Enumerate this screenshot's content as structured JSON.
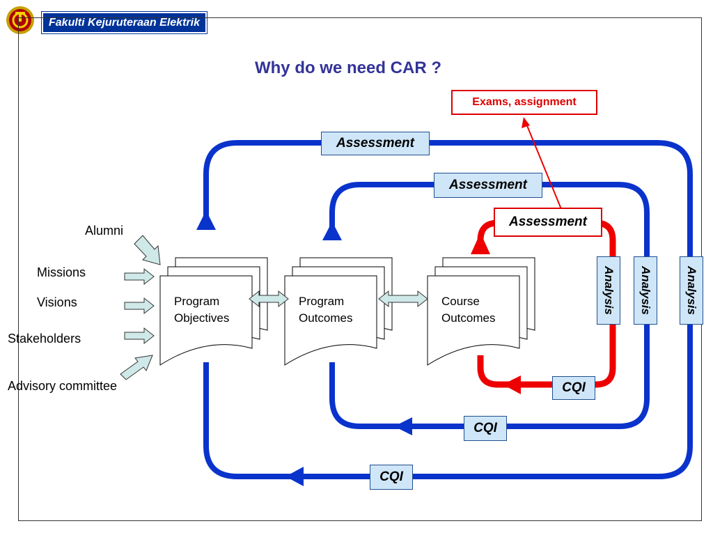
{
  "header": {
    "label": "Fakulti Kejuruteraan Elektrik"
  },
  "title": "Why do we need CAR ?",
  "inputs": [
    "Alumni",
    "Missions",
    "Visions",
    "Stakeholders",
    "Advisory committee"
  ],
  "documents": {
    "program_objectives": "Program\nObjectives",
    "program_outcomes": "Program\nOutcomes",
    "course_outcomes": "Course\nOutcomes"
  },
  "loops": {
    "outer": {
      "assessment": "Assessment",
      "analysis": "Analysis",
      "cqi": "CQI"
    },
    "middle": {
      "assessment": "Assessment",
      "analysis": "Analysis",
      "cqi": "CQI"
    },
    "inner": {
      "assessment": "Assessment",
      "analysis": "Analysis",
      "cqi": "CQI"
    }
  },
  "callout": {
    "label": "Exams, assignment"
  },
  "colors": {
    "blue_loop": "#0a33cc",
    "red_loop": "#ee0000",
    "label_fill": "#cfe6f8",
    "header_bg": "#003399"
  }
}
